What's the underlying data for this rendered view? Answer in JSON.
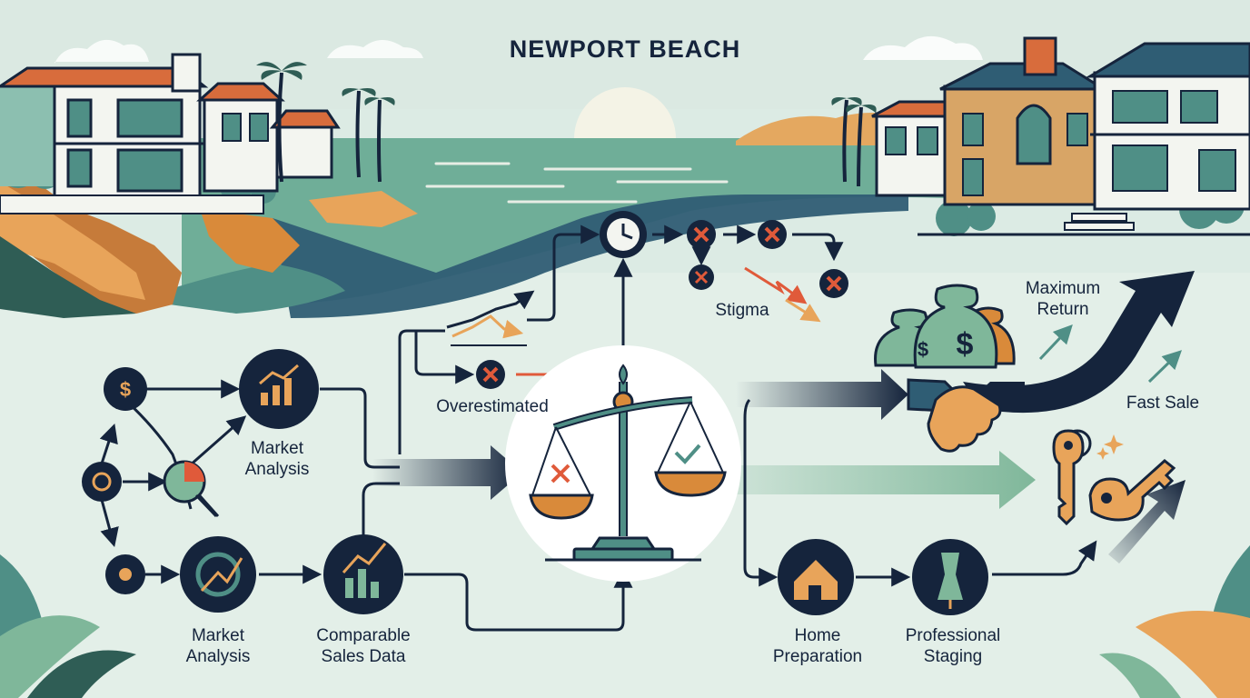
{
  "title": "NEWPORT BEACH",
  "labels": {
    "market_analysis_top": [
      "Market",
      "Analysis"
    ],
    "market_analysis_bottom": [
      "Market",
      "Analysis"
    ],
    "comparable_sales": [
      "Comparable",
      "Sales Data"
    ],
    "overestimated": "Overestimated",
    "stigma": "Stigma",
    "maximum_return": [
      "Maximum",
      "Return"
    ],
    "fast_sale": "Fast Sale",
    "home_preparation": [
      "Home",
      "Preparation"
    ],
    "professional_staging": [
      "Professional",
      "Staging"
    ]
  },
  "icons": {
    "dollar_node": "dollar-icon",
    "gear_node": "gear-icon",
    "chart_node": "bar-chart-icon",
    "scale": "balance-scale-icon",
    "clock": "clock-icon",
    "home": "house-icon",
    "staging": "mannequin-icon",
    "handshake": "handshake-icon",
    "money": "money-bag-icon",
    "keys": "key-icon"
  },
  "colors": {
    "navy": "#15243c",
    "green": "#7fb79a",
    "teal": "#4f8f86",
    "orange": "#d98a3a",
    "red": "#e05a3a",
    "sand": "#e8a45a"
  }
}
